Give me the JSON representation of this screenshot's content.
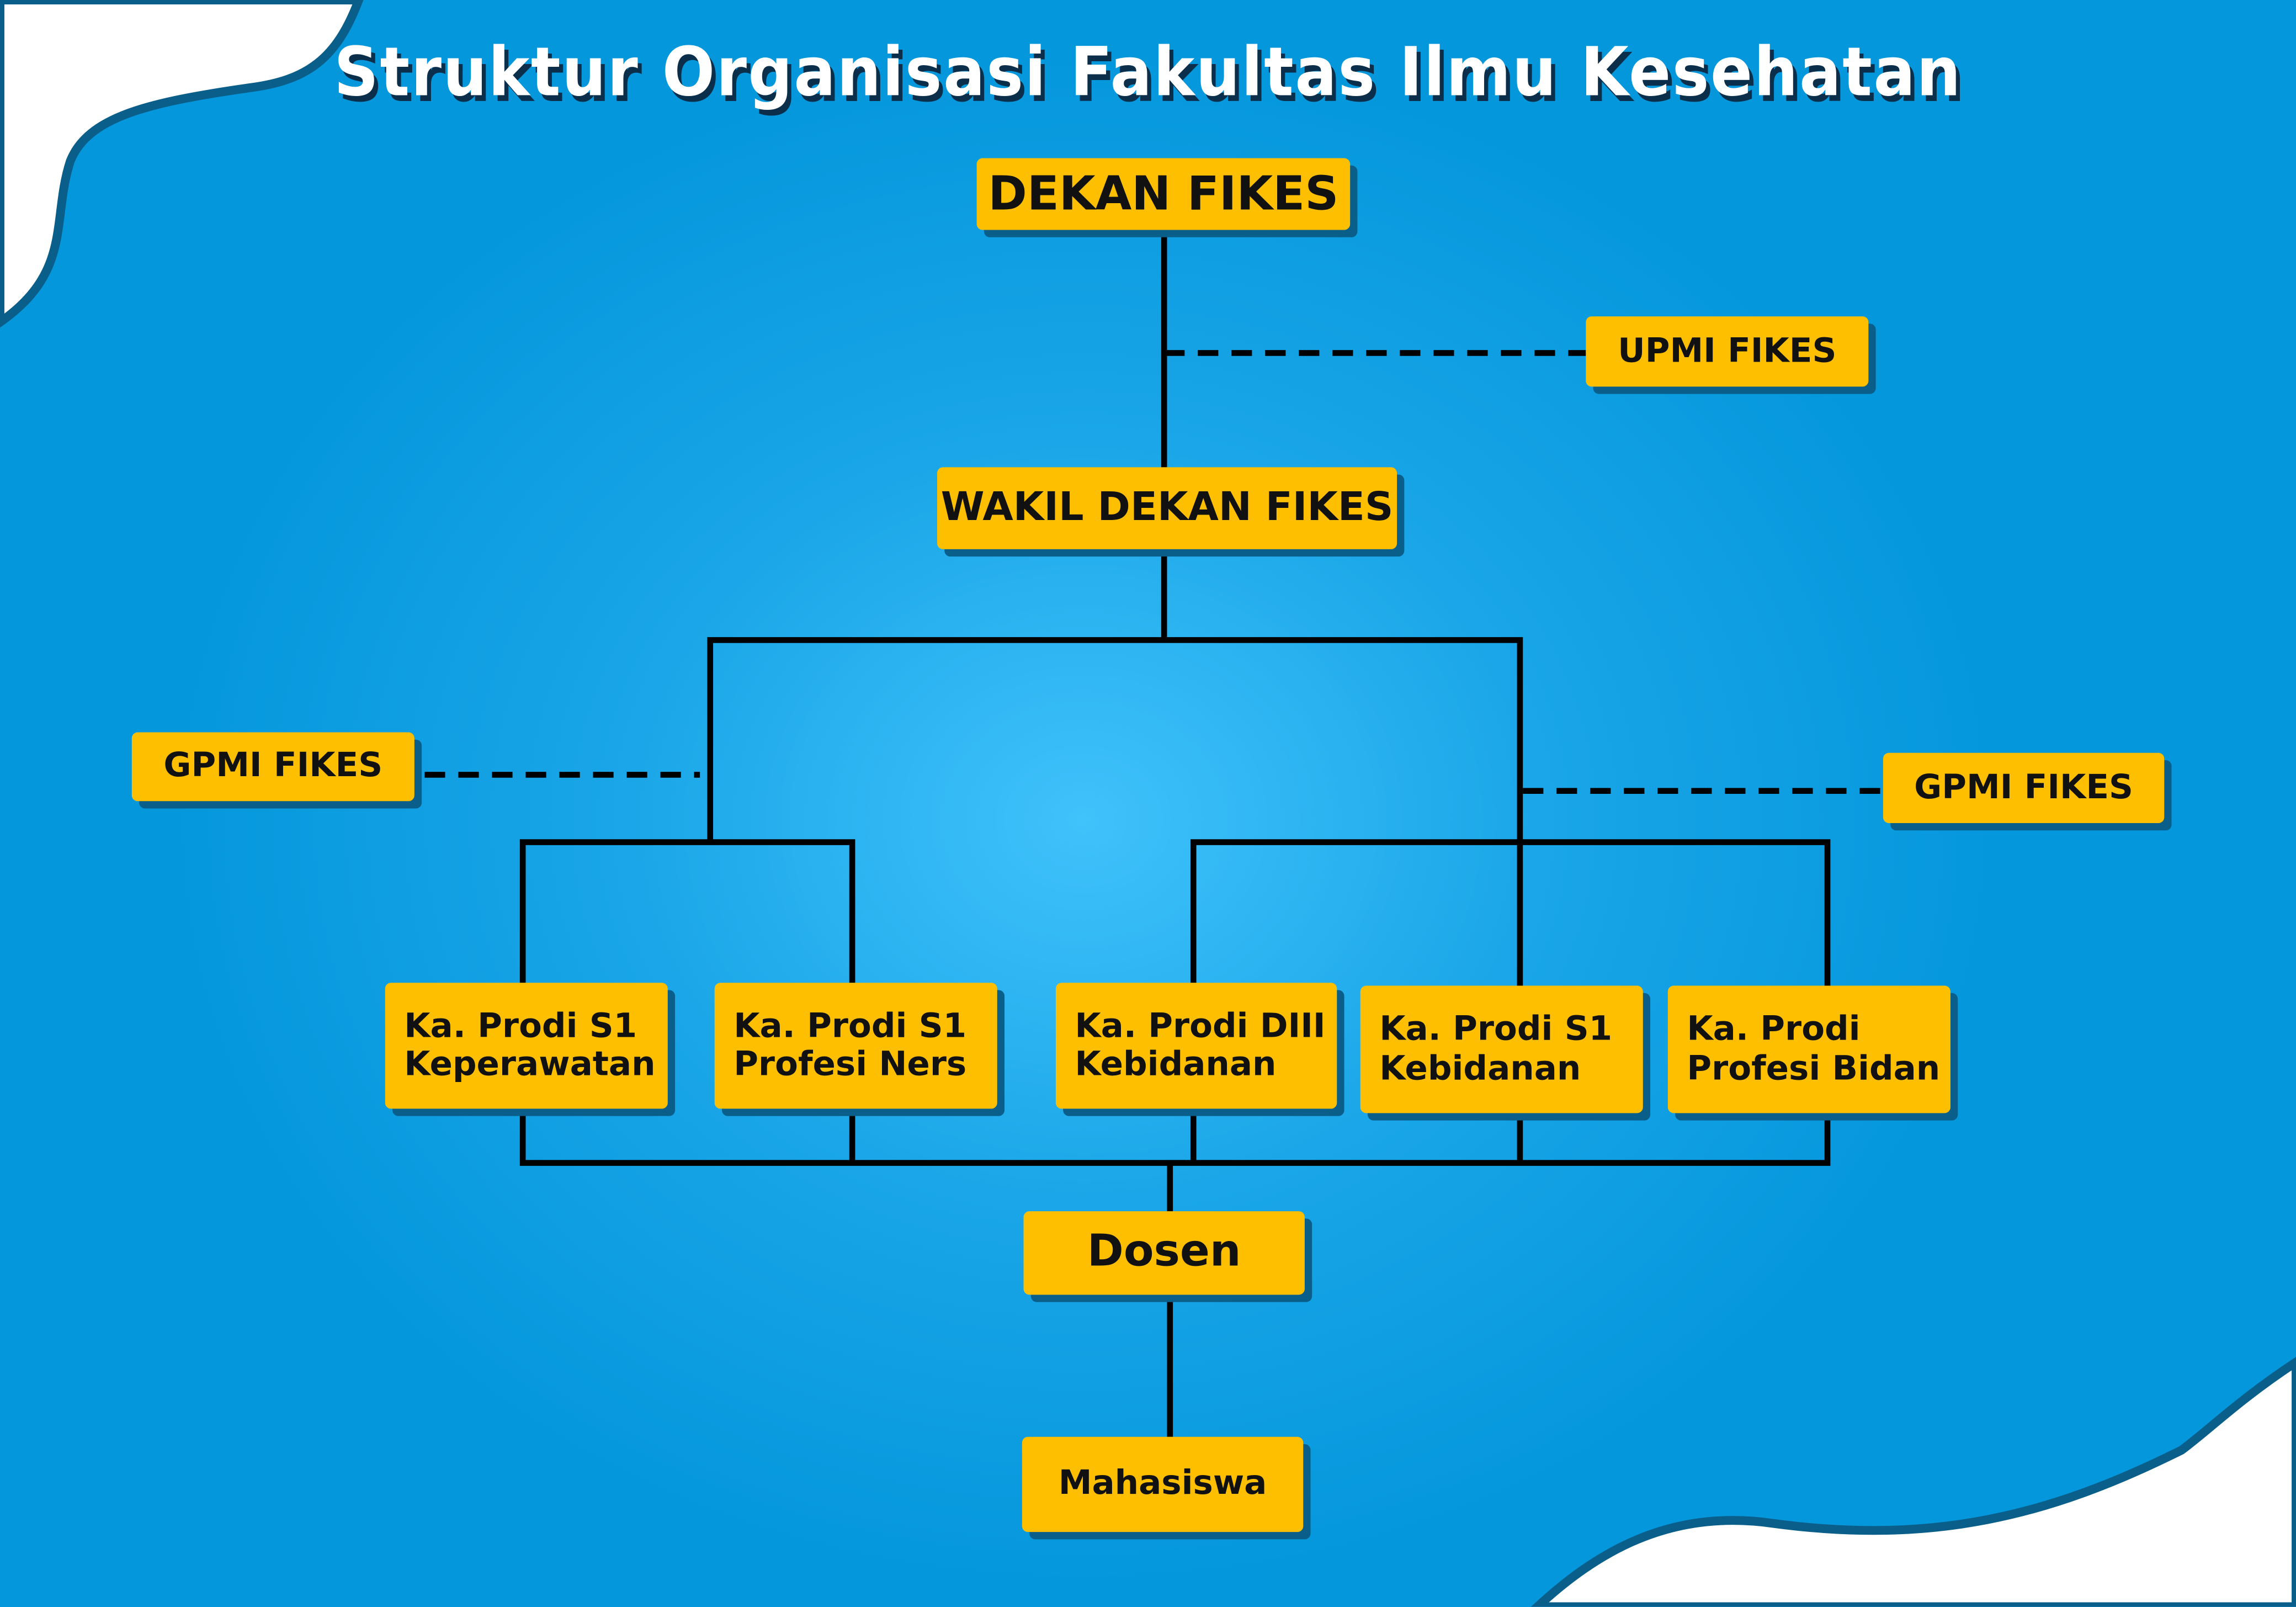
{
  "title": "Struktur Organisasi Fakultas Ilmu Kesehatan",
  "colors": {
    "box": "#fdbf00",
    "background": "#0597dc",
    "line": "#000000"
  },
  "nodes": {
    "dekan": "DEKAN FIKES",
    "upmi": "UPMI FIKES",
    "wakil_dekan": "WAKIL DEKAN FIKES",
    "gpmi_left": "GPMI FIKES",
    "gpmi_right": "GPMI FIKES",
    "prodi": [
      "Ka. Prodi S1\nKeperawatan",
      "Ka. Prodi S1\nProfesi Ners",
      "Ka. Prodi DIII\nKebidanan",
      "Ka. Prodi S1\nKebidanan",
      "Ka. Prodi\nProfesi Bidan"
    ],
    "dosen": "Dosen",
    "mahasiswa": "Mahasiswa"
  }
}
